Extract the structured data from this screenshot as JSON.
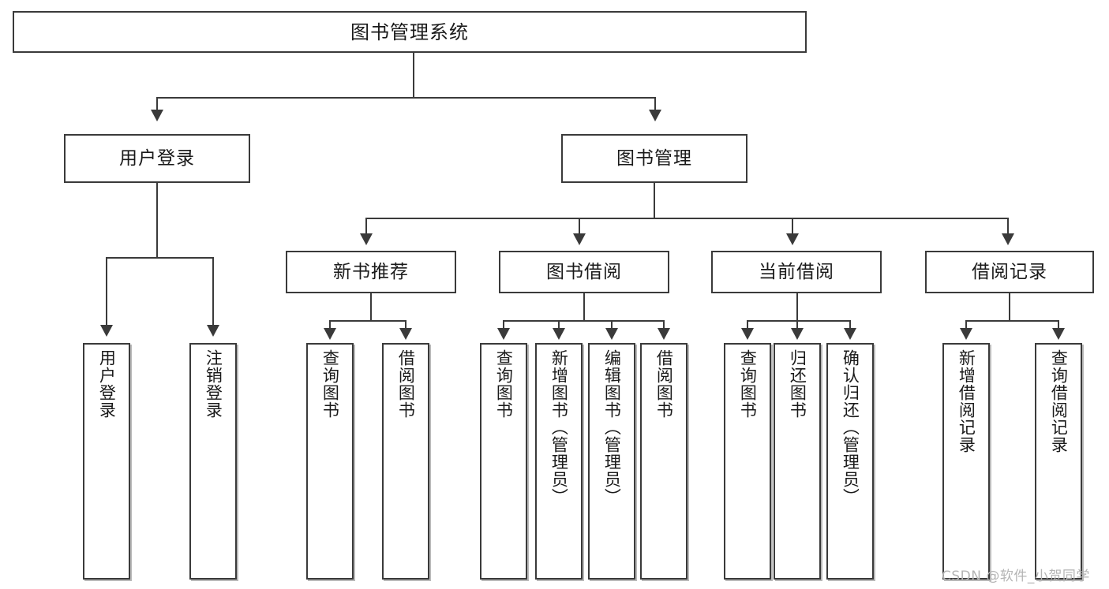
{
  "diagram": {
    "title": "图书管理系统",
    "type": "hierarchy-tree",
    "root": {
      "id": "root",
      "label": "图书管理系统"
    },
    "level2": [
      {
        "id": "user-login",
        "label": "用户登录"
      },
      {
        "id": "book-management",
        "label": "图书管理"
      }
    ],
    "level3": [
      {
        "id": "new-book-recommend",
        "label": "新书推荐",
        "parent": "book-management"
      },
      {
        "id": "book-borrow",
        "label": "图书借阅",
        "parent": "book-management"
      },
      {
        "id": "current-borrow",
        "label": "当前借阅",
        "parent": "book-management"
      },
      {
        "id": "borrow-record",
        "label": "借阅记录",
        "parent": "book-management"
      }
    ],
    "leaves": {
      "user_login": [
        {
          "id": "leaf-user-login",
          "label": "用户登录"
        },
        {
          "id": "leaf-logout",
          "label": "注销登录"
        }
      ],
      "new_book_recommend": [
        {
          "id": "leaf-query-book-1",
          "label": "查询图书"
        },
        {
          "id": "leaf-borrow-book-1",
          "label": "借阅图书"
        }
      ],
      "book_borrow": [
        {
          "id": "leaf-query-book-2",
          "label": "查询图书"
        },
        {
          "id": "leaf-add-book",
          "label": "新增图书（管理员）"
        },
        {
          "id": "leaf-edit-book",
          "label": "编辑图书（管理员）"
        },
        {
          "id": "leaf-borrow-book-2",
          "label": "借阅图书"
        }
      ],
      "current_borrow": [
        {
          "id": "leaf-query-book-3",
          "label": "查询图书"
        },
        {
          "id": "leaf-return-book",
          "label": "归还图书"
        },
        {
          "id": "leaf-confirm-return",
          "label": "确认归还（管理员）"
        }
      ],
      "borrow_record": [
        {
          "id": "leaf-add-record",
          "label": "新增借阅记录"
        },
        {
          "id": "leaf-query-record",
          "label": "查询借阅记录"
        }
      ]
    }
  },
  "watermark": {
    "text": "CSDN @软件_小贺同学"
  },
  "colors": {
    "stroke": "#3a3a3a",
    "text": "#1a1a1a",
    "background": "#ffffff",
    "watermark": "#b4b4b4"
  }
}
